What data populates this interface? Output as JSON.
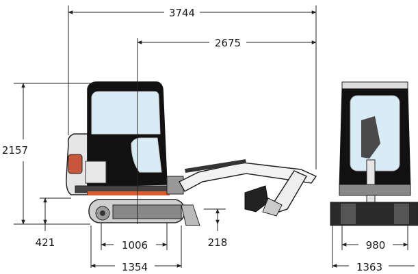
{
  "dimensions": {
    "overall_length": "3744",
    "front_reach": "2675",
    "overall_height": "2157",
    "ground_clearance": "421",
    "track_center_length": "1006",
    "track_length": "1354",
    "blade_height": "218",
    "track_gauge": "980",
    "overall_width": "1363"
  },
  "colors": {
    "line": "#222222",
    "body": "#111111",
    "cab_glass": "#d8ecf5",
    "tail_light": "#c8563a",
    "stripe": "#e05a2a",
    "frame_grey": "#9a9a9a",
    "ground": "#2a2a2a"
  }
}
